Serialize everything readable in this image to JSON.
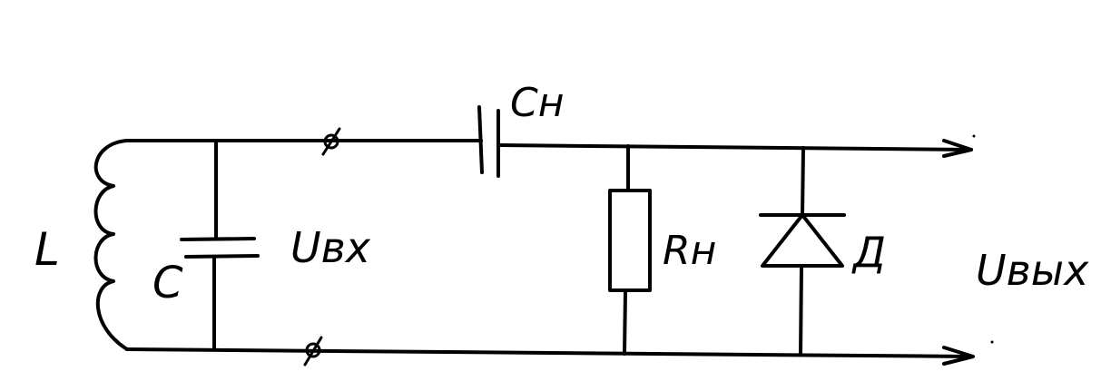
{
  "labels": {
    "inductor": "L",
    "capacitor": "C",
    "input_voltage": "Uвх",
    "coupling_capacitor": "Cн",
    "load_resistor": "Rн",
    "diode": "Д",
    "output_voltage": "Uвых"
  }
}
